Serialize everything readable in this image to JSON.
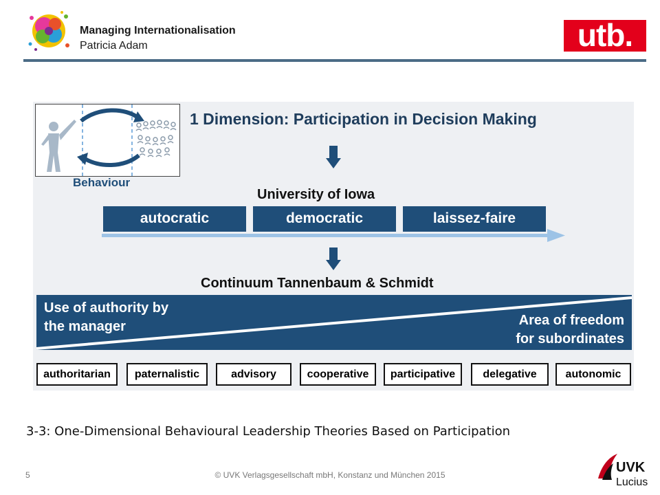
{
  "header": {
    "title": "Managing Internationalisation",
    "author": "Patricia Adam",
    "publisher_logo_text": "utb."
  },
  "figure": {
    "behaviour_label": "Behaviour",
    "dimension_title": "1 Dimension: Participation in Decision Making",
    "iowa_title": "University of Iowa",
    "iowa_styles": [
      "autocratic",
      "democratic",
      "laissez-faire"
    ],
    "continuum_title": "Continuum Tannenbaum & Schmidt",
    "authority_text": [
      "Use of authority by",
      "the manager"
    ],
    "freedom_text": [
      "Area of freedom",
      "for subordinates"
    ],
    "levels": [
      "authoritarian",
      "paternalistic",
      "advisory",
      "cooperative",
      "participative",
      "delegative",
      "autonomic"
    ]
  },
  "caption": "3-3: One-Dimensional Behavioural Leadership Theories Based on Participation",
  "footer": {
    "page_number": "5",
    "copyright": "© UVK Verlagsgesellschaft mbH, Konstanz und München 2015",
    "logo_text": [
      "UVK",
      "Lucius"
    ]
  },
  "colors": {
    "accent": "#1f4e79",
    "rule": "#4b6c86",
    "utb_red": "#e3001b",
    "arrow_light": "#9dc3e6"
  }
}
